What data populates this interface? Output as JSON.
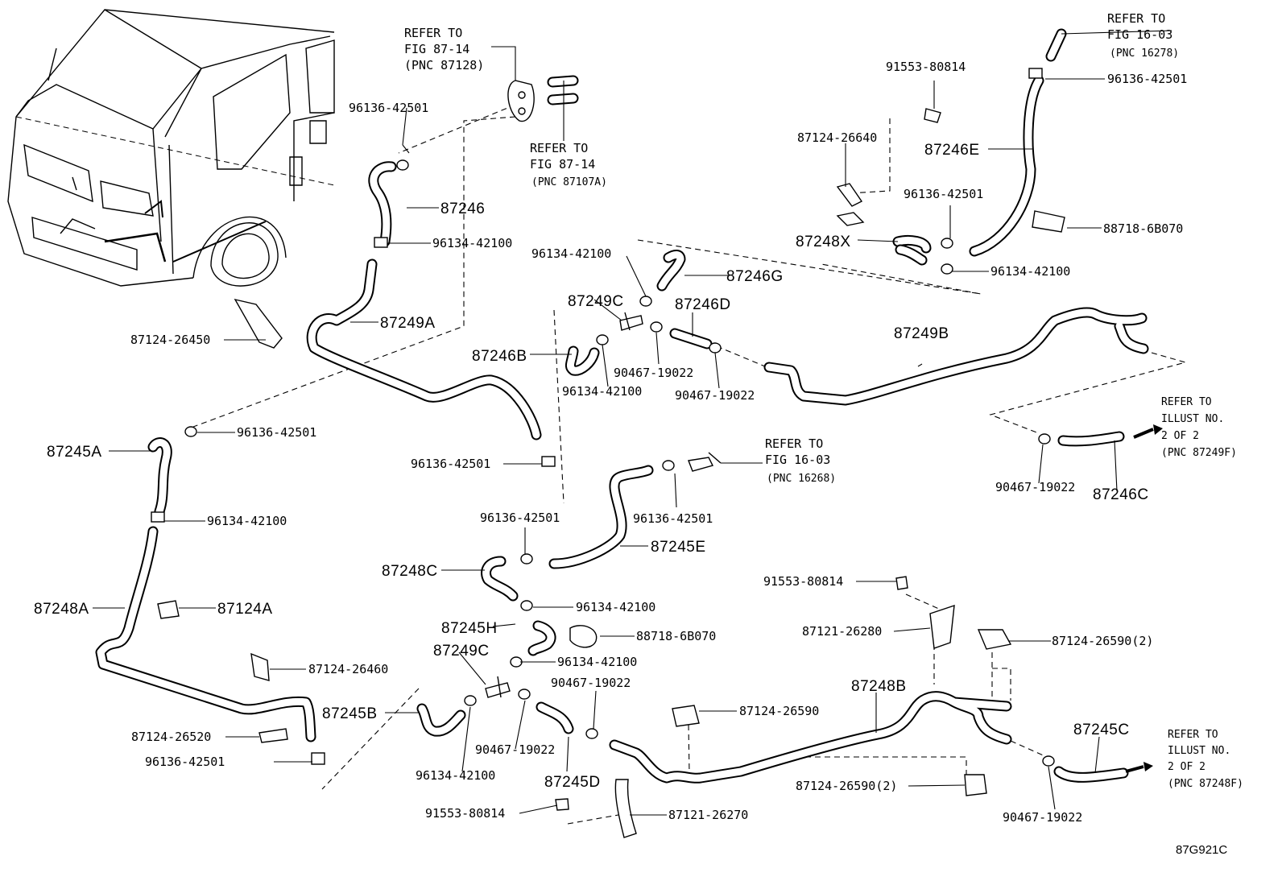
{
  "diagram_code": "87G921C",
  "refs": {
    "fig8714_a": {
      "l1": "REFER TO",
      "l2": "FIG 87-14",
      "l3": "(PNC 87128)"
    },
    "fig8714_b": {
      "l1": "REFER TO",
      "l2": "FIG 87-14",
      "l3": "(PNC 87107A)"
    },
    "fig1603_a": {
      "l1": "REFER TO",
      "l2": "FIG 16-03",
      "l3": "(PNC 16278)"
    },
    "fig1603_b": {
      "l1": "REFER TO",
      "l2": "FIG 16-03",
      "l3": "(PNC 16268)"
    },
    "illust_f": {
      "l1": "REFER TO",
      "l2": "ILLUST NO.",
      "l3": "2 OF 2",
      "l4": "(PNC 87249F)"
    },
    "illust_8f": {
      "l1": "REFER TO",
      "l2": "ILLUST NO.",
      "l3": "2 OF 2",
      "l4": "(PNC 87248F)"
    }
  },
  "parts": {
    "p96136_1": "96136-42501",
    "p87246": "87246",
    "p96134_1": "96134-42100",
    "p87249A": "87249A",
    "p87124_26450": "87124-26450",
    "p96134_2": "96134-42100",
    "p87249C_1": "87249C",
    "p87246G": "87246G",
    "p87246D": "87246D",
    "p87246B": "87246B",
    "p96134_3": "96134-42100",
    "p90467_1": "90467-19022",
    "p90467_2": "90467-19022",
    "p87249B": "87249B",
    "p91553_1": "91553-80814",
    "p87124_26640": "87124-26640",
    "p87246E": "87246E",
    "p96136_2": "96136-42501",
    "p96136_3": "96136-42501",
    "p87248X": "87248X",
    "p88718_1": "88718-6B070",
    "p96134_4": "96134-42100",
    "p96136_4": "96136-42501",
    "p87245A": "87245A",
    "p96134_5": "96134-42100",
    "p87248A": "87248A",
    "p87124A": "87124A",
    "p87124_26460": "87124-26460",
    "p87124_26520": "87124-26520",
    "p96136_5": "96136-42501",
    "p96136_6": "96136-42501",
    "p96136_7": "96136-42501",
    "p96136_8": "96136-42501",
    "p87245E": "87245E",
    "p87248C": "87248C",
    "p96134_6": "96134-42100",
    "p87245H": "87245H",
    "p88718_2": "88718-6B070",
    "p87249C_2": "87249C",
    "p96134_7": "96134-42100",
    "p90467_3": "90467-19022",
    "p87245B": "87245B",
    "p96134_8": "96134-42100",
    "p90467_4": "90467-19022",
    "p87245D": "87245D",
    "p91553_2": "91553-80814",
    "p87121_26270": "87121-26270",
    "p87124_26590_a": "87124-26590",
    "p87248B": "87248B",
    "p87124_26590_b": "87124-26590(2)",
    "p91553_3": "91553-80814",
    "p87121_26280": "87121-26280",
    "p87124_26590_c": "87124-26590(2)",
    "p90467_5": "90467-19022",
    "p87246C": "87246C",
    "p87245C": "87245C",
    "p90467_6": "90467-19022"
  }
}
